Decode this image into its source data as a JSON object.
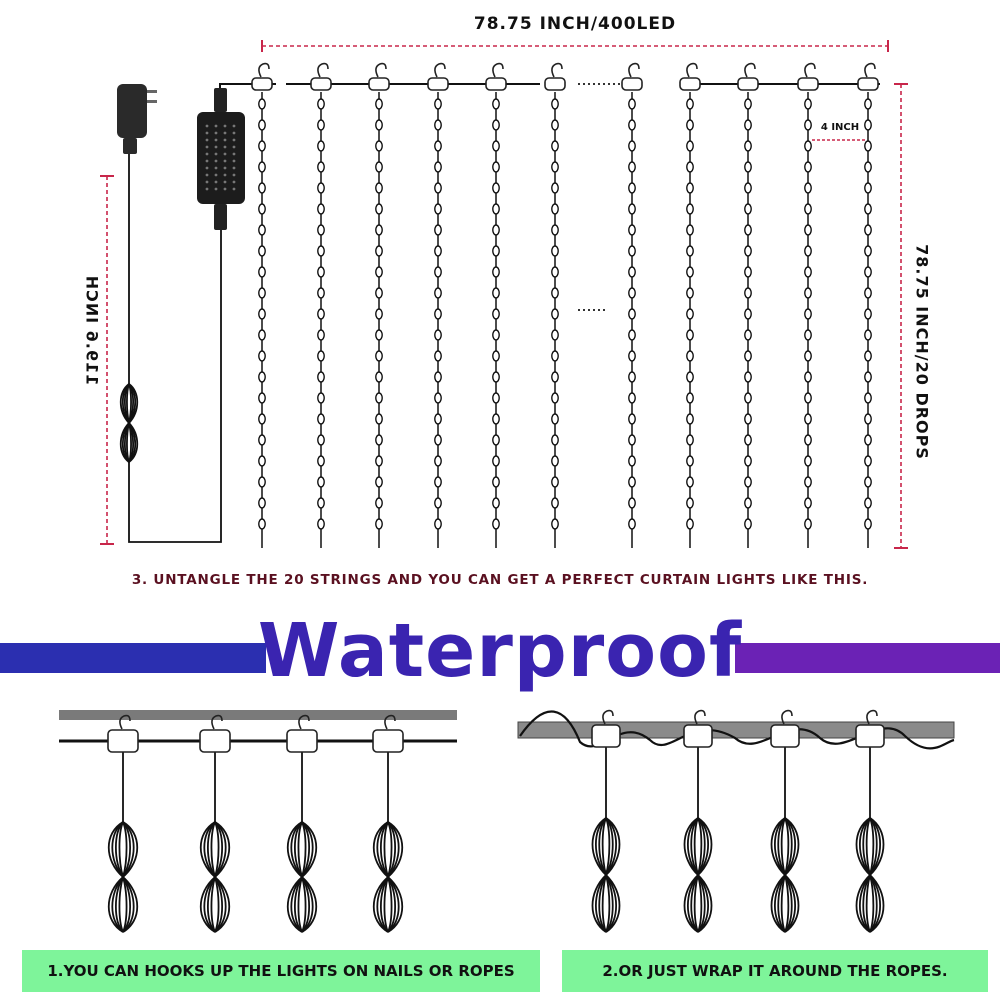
{
  "dimensions": {
    "width_label": "78.75 INCH/400LED",
    "height_label": "78.75 INCH/20 DROPS",
    "cable_label": "119.6 INCH",
    "spacing_label": "4 INCH"
  },
  "captions": {
    "untangle": "3. UNTANGLE THE 20 STRINGS AND YOU CAN GET A PERFECT CURTAIN LIGHTS LIKE THIS.",
    "nails": "1.YOU CAN HOOKS UP THE LIGHTS ON NAILS OR ROPES",
    "wrap": "2.OR JUST WRAP IT AROUND THE ROPES."
  },
  "title": "Waterproof",
  "colors": {
    "dimension_line": "#c8264a",
    "title_text": "#3a24b0",
    "title_bar_left": "#2b2fb0",
    "title_bar_right": "#6b22b5",
    "caption_background": "#7ef49a",
    "caption_text_dark_red": "#5a1020"
  },
  "icons": [
    "power-adapter-icon",
    "controller-box-icon",
    "hook-icon",
    "bundled-string-icon"
  ]
}
